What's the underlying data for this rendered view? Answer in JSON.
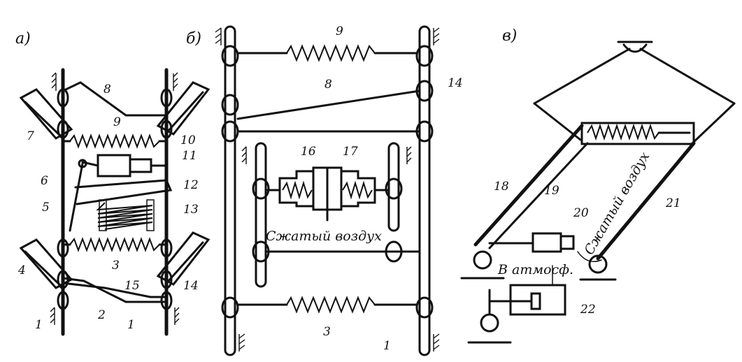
{
  "panels": {
    "a": "а)",
    "b": "б)",
    "v": "в)"
  },
  "labels": {
    "l1a": "1",
    "l1b": "1",
    "l2": "2",
    "l3": "3",
    "l4": "4",
    "l5": "5",
    "l6": "6",
    "l7": "7",
    "l8": "8",
    "l9": "9",
    "l10": "10",
    "l11": "11",
    "l12": "12",
    "l13": "13",
    "l14": "14",
    "l15": "15",
    "b9": "9",
    "b8": "8",
    "b14": "14",
    "b16": "16",
    "b17": "17",
    "b3": "3",
    "b1": "1",
    "v18": "18",
    "v19": "19",
    "v20": "20",
    "v21": "21",
    "v22": "22"
  },
  "notes": {
    "compressed_air_b": "Сжатый воздух",
    "compressed_air_v": "Сжатый воздух",
    "to_atmosphere": "В атмосф."
  }
}
